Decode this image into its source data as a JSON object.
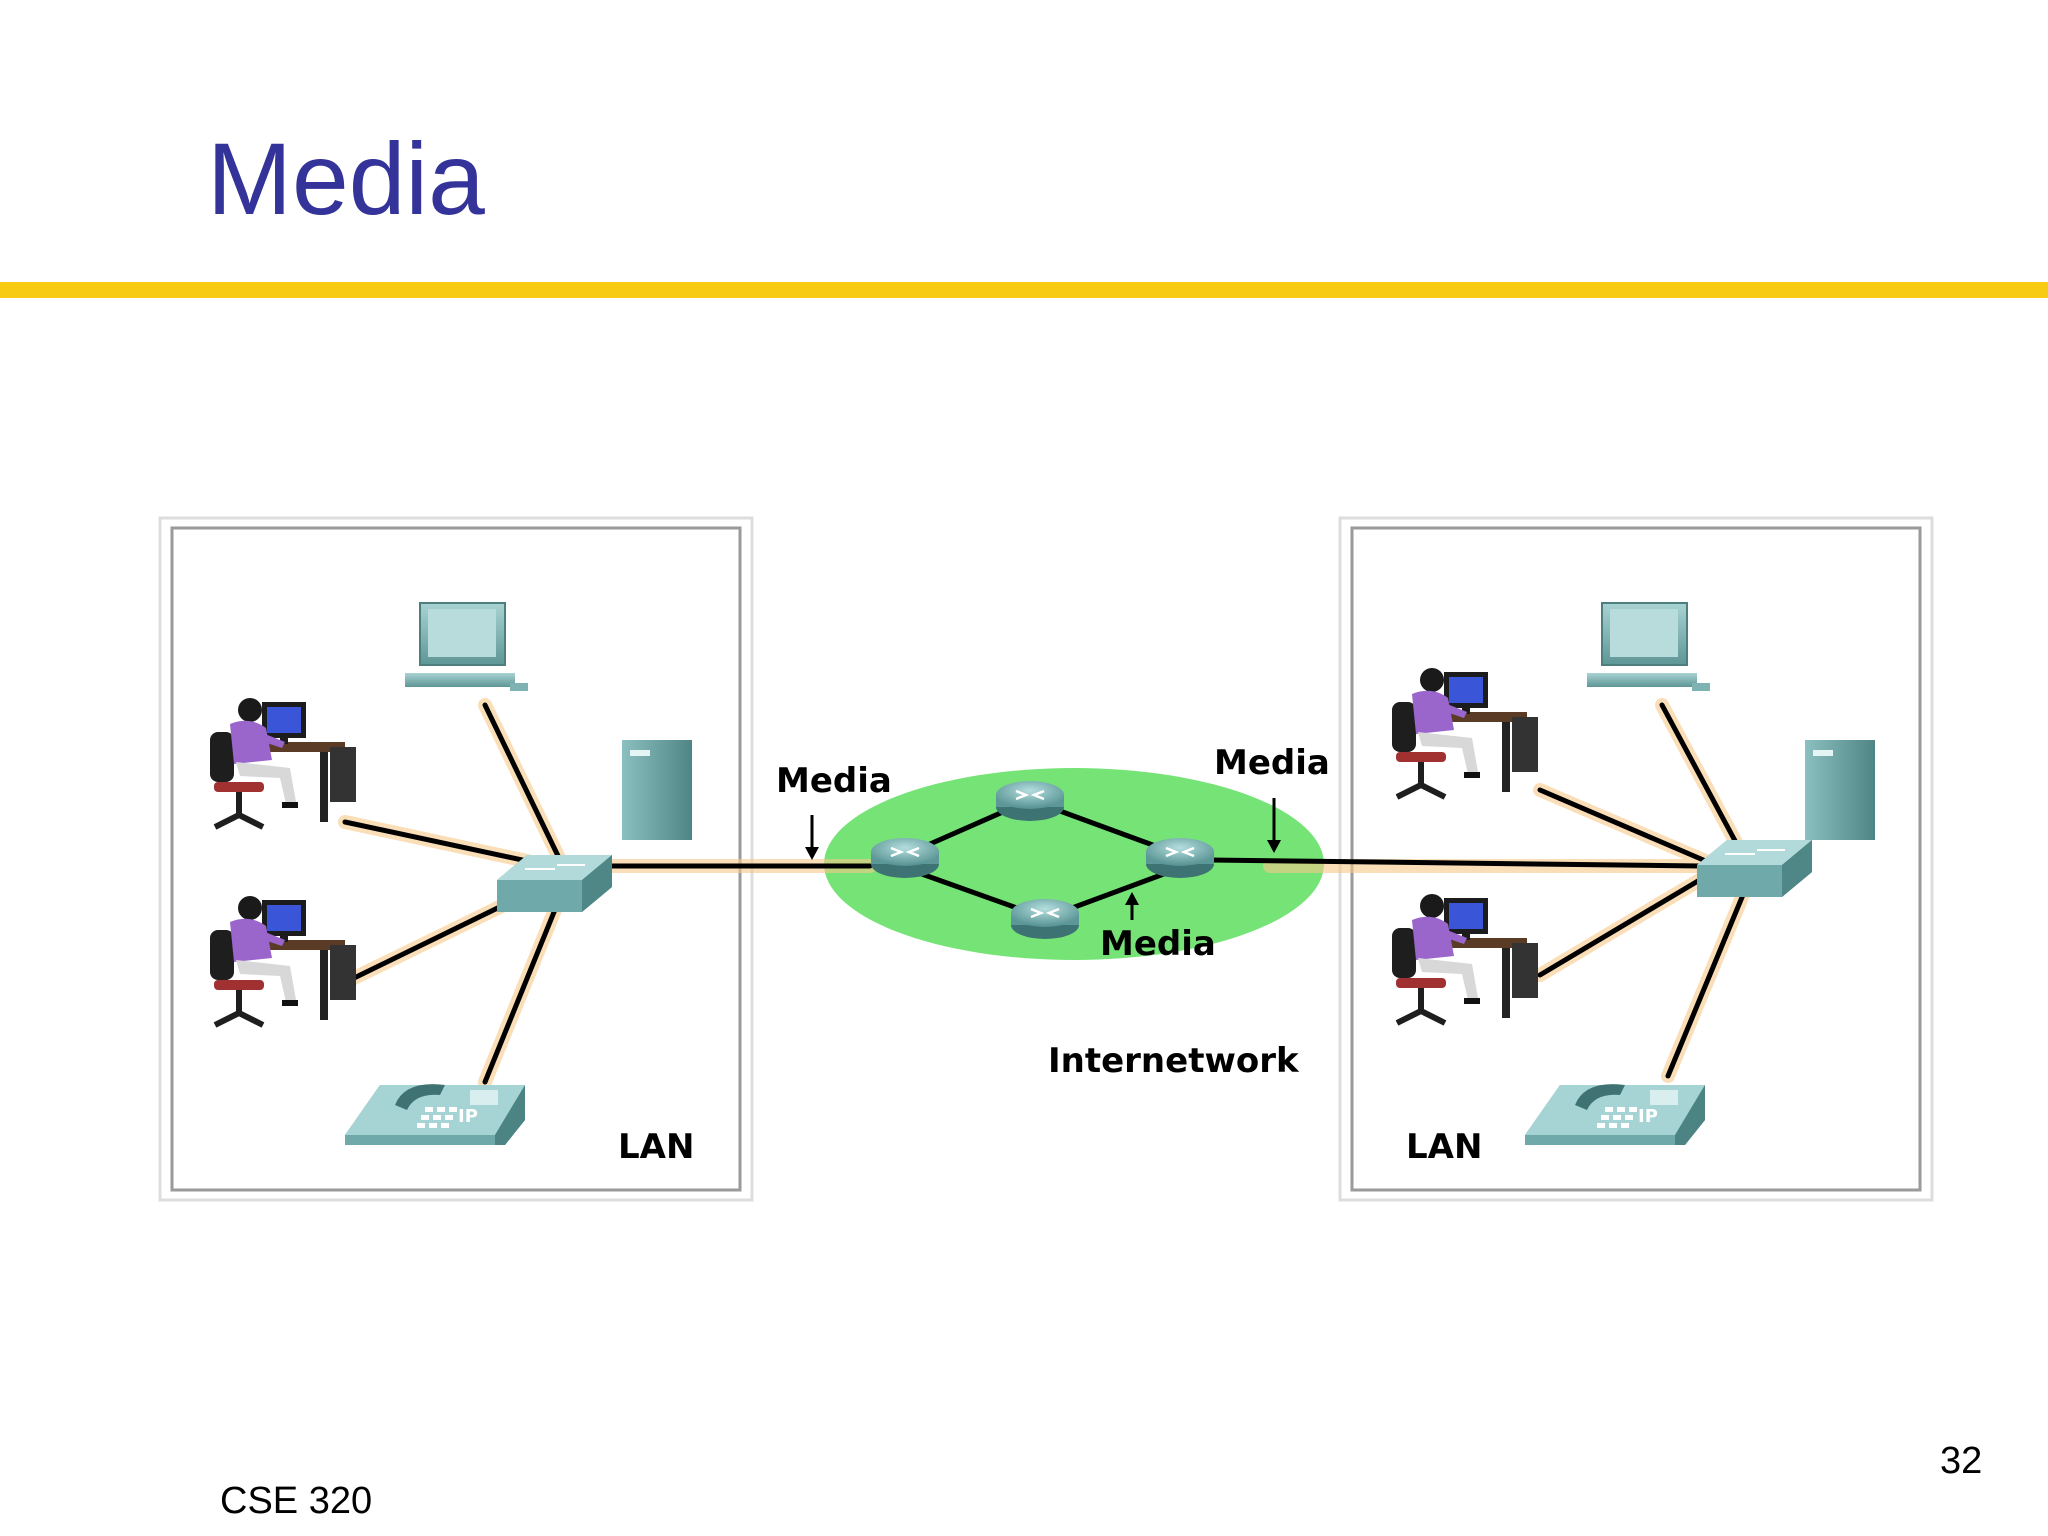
{
  "slide": {
    "title": "Media",
    "footer_course": "CSE 320",
    "page_number": "32"
  },
  "diagram": {
    "left_lan_label": "LAN",
    "right_lan_label": "LAN",
    "internetwork_label": "Internetwork",
    "media_labels": [
      "Media",
      "Media",
      "Media"
    ],
    "phone_badge": "IP",
    "colors": {
      "title": "#333399",
      "rule": "#f7cb12",
      "cloud": "#66e066",
      "device": "#6fa9a9",
      "person_shirt": "#9a66cc",
      "cable_glow": "#f7c98a"
    }
  }
}
